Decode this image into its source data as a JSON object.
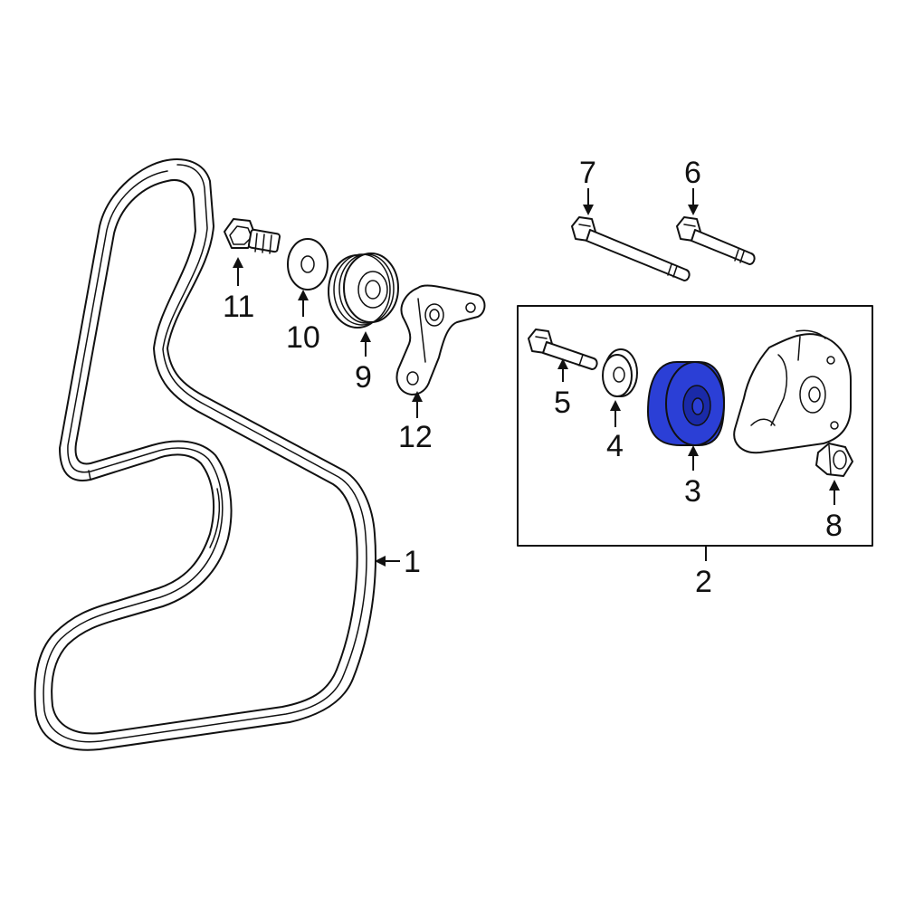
{
  "callouts": {
    "c1": "1",
    "c2": "2",
    "c3": "3",
    "c4": "4",
    "c5": "5",
    "c6": "6",
    "c7": "7",
    "c8": "8",
    "c9": "9",
    "c10": "10",
    "c11": "11",
    "c12": "12"
  },
  "colors": {
    "highlight": "#2b3fd6",
    "highlight_dark": "#1a2aa8",
    "line": "#111111"
  },
  "highlighted_part": "3"
}
